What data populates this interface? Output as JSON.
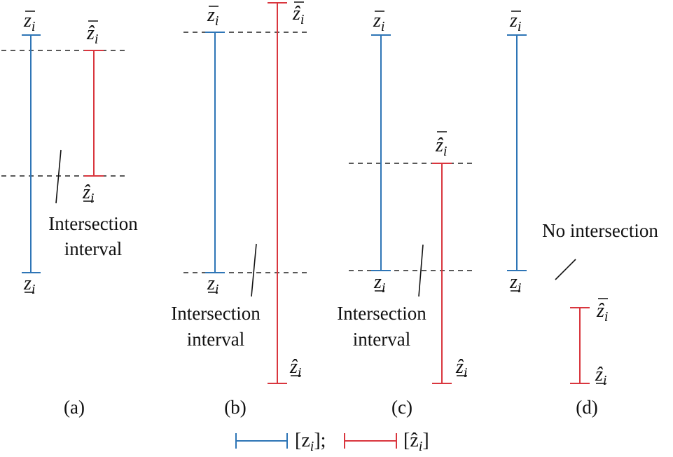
{
  "colors": {
    "blue": "#2e75b6",
    "red": "#d9363e",
    "dash": "#222222"
  },
  "symbols": {
    "z_upper": "z",
    "z_lower": "z",
    "zhat_upper": "ẑ",
    "zhat_lower": "ẑ",
    "index": "i"
  },
  "annotations": {
    "intersection_line1": "Intersection",
    "intersection_line2": "interval",
    "no_intersection": "No intersection"
  },
  "panels": [
    {
      "caption": "(a)"
    },
    {
      "caption": "(b)"
    },
    {
      "caption": "(c)"
    },
    {
      "caption": "(d)"
    }
  ],
  "legend": {
    "blue_text": "[z",
    "blue_close": "];",
    "red_text": "[ẑ",
    "red_close": "]",
    "index": "i"
  }
}
